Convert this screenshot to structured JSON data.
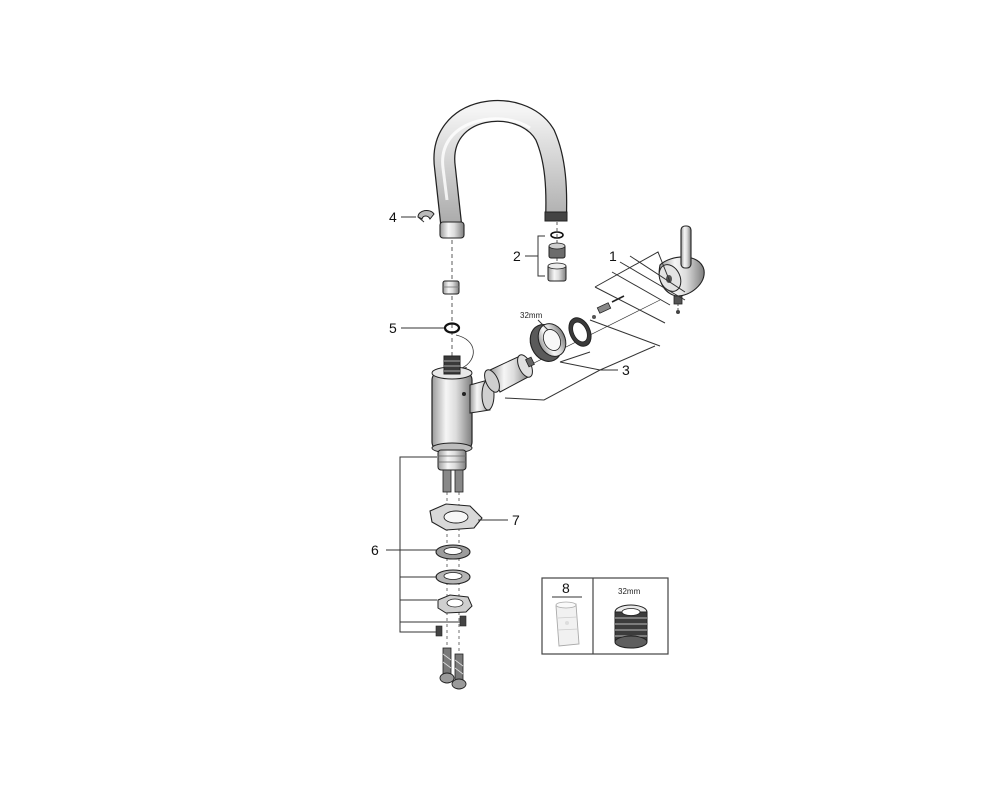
{
  "callouts": {
    "c1": "1",
    "c2": "2",
    "c3": "3",
    "c4": "4",
    "c5": "5",
    "c6": "6",
    "c7": "7",
    "c8": "8"
  },
  "size_labels": {
    "cartridge_nut": "32mm",
    "inset_nut": "32mm"
  },
  "colors": {
    "line": "#333333",
    "metal_light": "#f2f2f2",
    "metal_mid": "#d6d6d6",
    "metal_dark": "#8f8f8f",
    "inset_border": "#444444"
  }
}
